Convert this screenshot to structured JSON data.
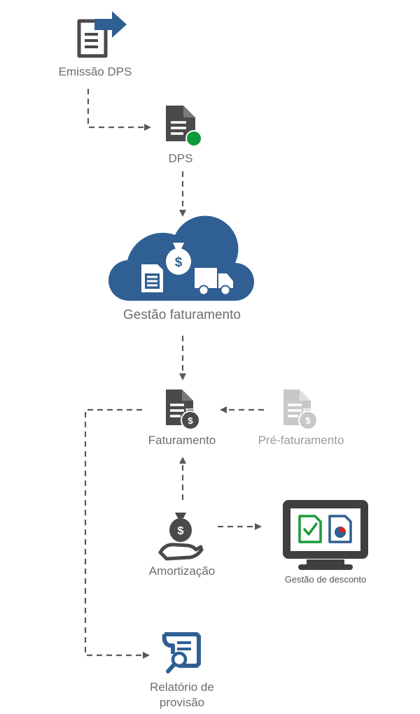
{
  "nodes": {
    "emissao": {
      "label": "Emissão DPS"
    },
    "dps": {
      "label": "DPS"
    },
    "gestao_faturamento": {
      "label": "Gestão faturamento"
    },
    "faturamento": {
      "label": "Faturamento"
    },
    "pre_faturamento": {
      "label": "Pré-faturamento"
    },
    "amortizacao": {
      "label": "Amortização"
    },
    "gestao_desconto": {
      "label": "Gestão de desconto"
    },
    "relatorio": {
      "label_line1": "Relatório de",
      "label_line2": "provisão"
    }
  },
  "colors": {
    "icon_dark": "#4a4a4a",
    "icon_light": "#c8c8c8",
    "brand_blue": "#2f5f93",
    "status_green": "#0f9a3a",
    "arrow": "#5a5a5a",
    "check_green": "#1a9a3a",
    "pie_red": "#e02020"
  }
}
